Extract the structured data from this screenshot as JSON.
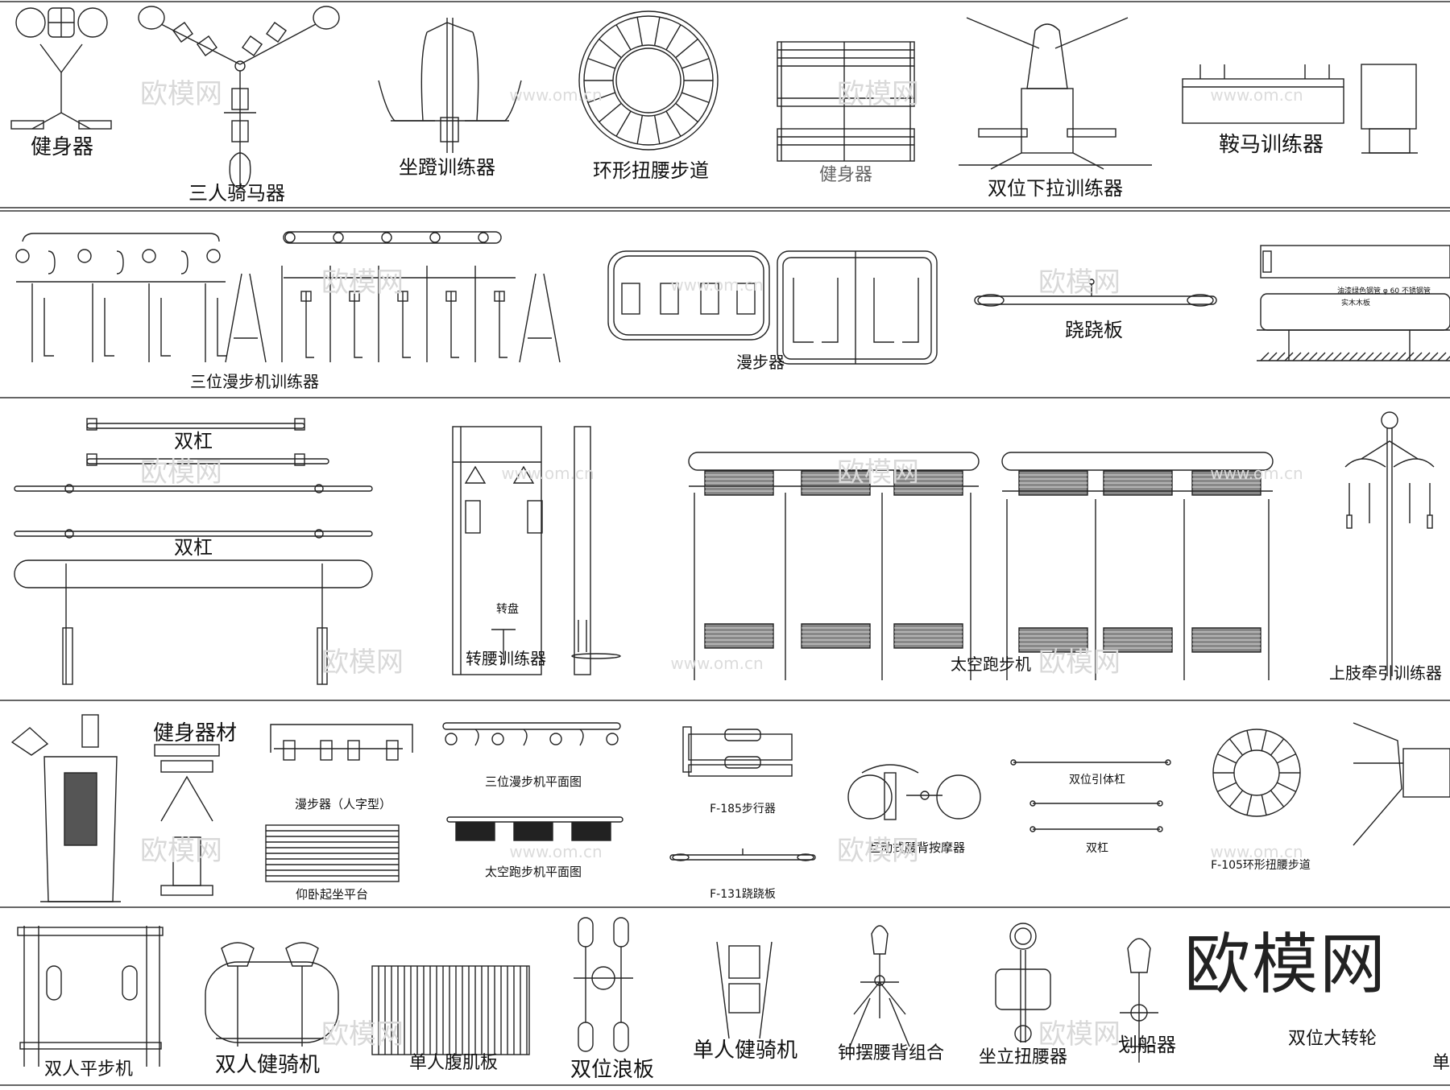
{
  "rows": [
    {
      "labels": [
        "健身器",
        "三人骑马器",
        "坐蹬训练器",
        "环形扭腰步道",
        "健身器",
        "双位下拉训练器",
        "鞍马训练器"
      ]
    },
    {
      "labels": [
        "三位漫步机训练器",
        "漫步器",
        "跷跷板"
      ],
      "detail_texts": [
        "油漆绿色钢管 φ 60 不锈钢管",
        "实木木板"
      ]
    },
    {
      "labels": [
        "双杠",
        "双杠",
        "转盘",
        "转腰训练器",
        "太空跑步机",
        "上肢牵引训练器"
      ]
    },
    {
      "labels": [
        "健身器材",
        "漫步器（人字型）",
        "仰卧起坐平台",
        "三位漫步机平面图",
        "太空跑步机平面图",
        "F-185步行器",
        "F-131跷跷板",
        "互动式腰背按摩器",
        "双位引体杠",
        "双杠",
        "F-105环形扭腰步道"
      ]
    },
    {
      "labels": [
        "双人平步机",
        "双人健骑机",
        "单人腹肌板",
        "双位浪板",
        "单人健骑机",
        "钟摆腰背组合",
        "坐立扭腰器",
        "划船器",
        "双位大转轮",
        "单人"
      ]
    }
  ],
  "watermark": {
    "text": "欧模网",
    "url": "www.om.cn"
  }
}
